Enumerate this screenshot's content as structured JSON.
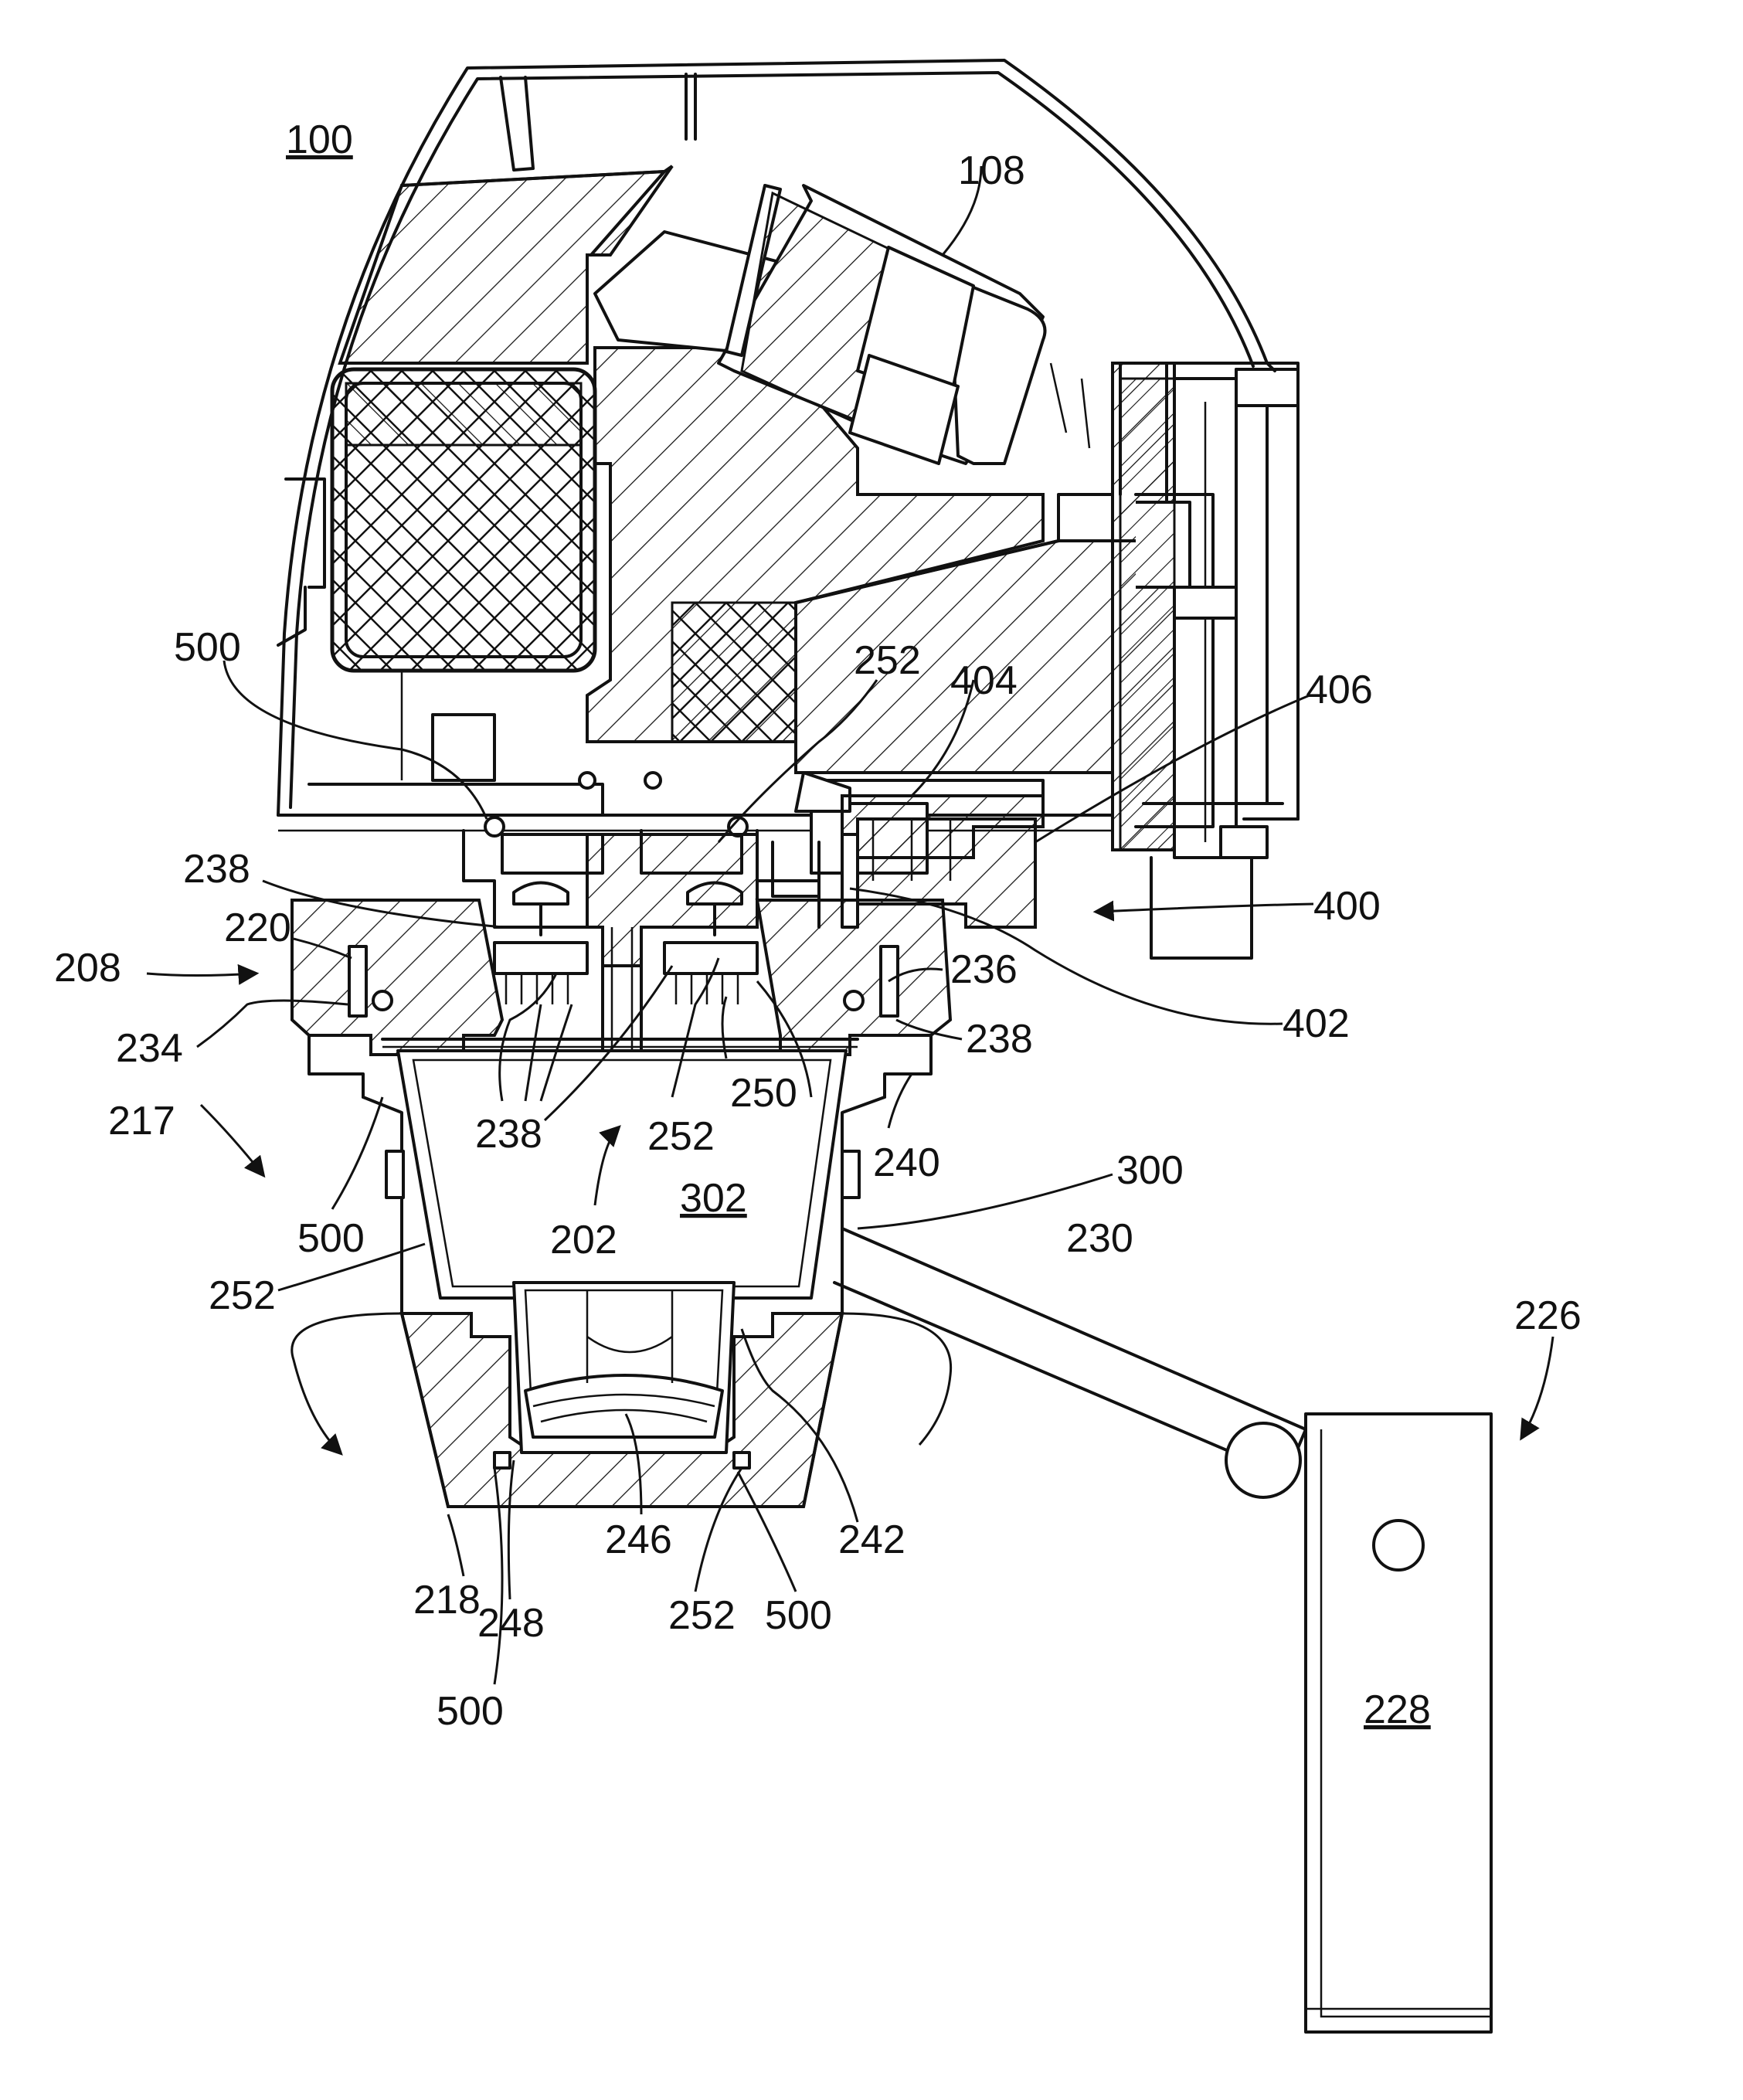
{
  "labels": {
    "l100": "100",
    "l108": "108",
    "l500a": "500",
    "l252a": "252",
    "l404": "404",
    "l406": "406",
    "l238a": "238",
    "l220": "220",
    "l208": "208",
    "l400": "400",
    "l236": "236",
    "l234": "234",
    "l402": "402",
    "l238b": "238",
    "l238c": "238",
    "l252b": "252",
    "l250": "250",
    "l217": "217",
    "l240": "240",
    "l300": "300",
    "l500b": "500",
    "l302": "302",
    "l202": "202",
    "l252c": "252",
    "l230": "230",
    "l226": "226",
    "l246": "246",
    "l242": "242",
    "l218": "218",
    "l248": "248",
    "l252d": "252",
    "l500c": "500",
    "l228": "228",
    "l500d": "500"
  }
}
